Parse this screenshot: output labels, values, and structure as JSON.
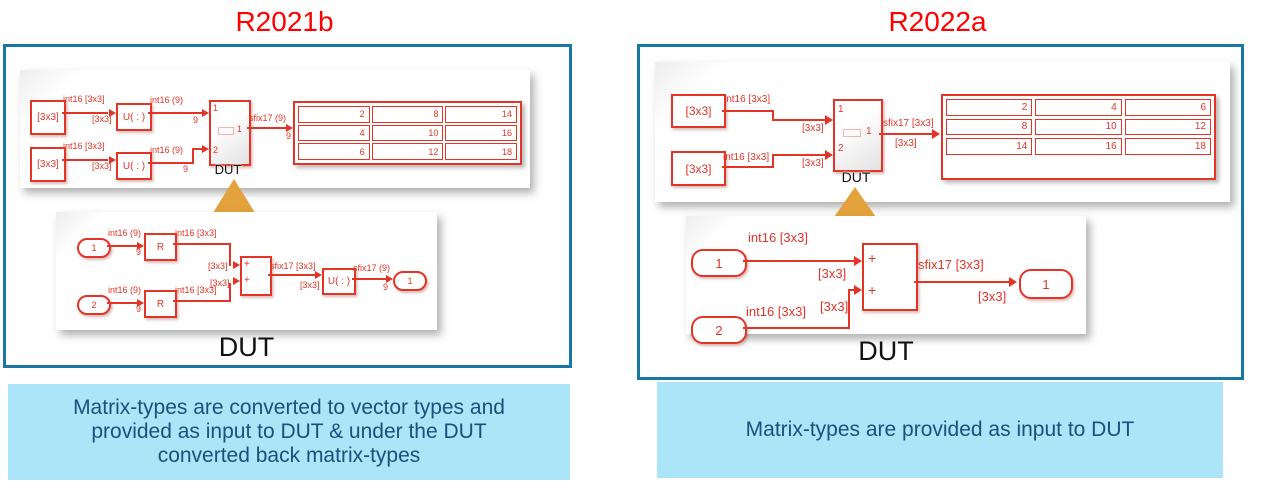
{
  "colors": {
    "diagram_red": "#e23427",
    "title_red": "#ff0000",
    "panel_border_teal": "#1878a2",
    "caption_background": "#ace4f8",
    "caption_text": "#1c4f7c",
    "callout_orange": "#e3a23b"
  },
  "left": {
    "title": "R2021b",
    "caption": "Matrix-types are converted to vector types and provided as input to DUT & under the DUT converted back matrix-types",
    "top": {
      "src1": "[3x3]",
      "src2": "[3x3]",
      "u1": "U( : )",
      "u2": "U( : )",
      "sig1a": "int16 [3x3]",
      "sig1b": "[3x3]",
      "sig2a": "int16 [3x3]",
      "sig2b": "[3x3]",
      "sig3a": "int16 (9)",
      "sig3b": "9",
      "sig4a": "int16 (9)",
      "sig4b": "9",
      "p1": "1",
      "p2": "2",
      "po": "1",
      "sigout_a": "sfix17 (9)",
      "sigout_b": "9",
      "dut": "DUT",
      "disp": [
        [
          "2",
          "8",
          "14"
        ],
        [
          "4",
          "10",
          "16"
        ],
        [
          "6",
          "12",
          "18"
        ]
      ]
    },
    "sub": {
      "in1": "1",
      "in2": "2",
      "r1": "R",
      "r2": "R",
      "sig1a": "int16 (9)",
      "sig1b": "9",
      "sig2a": "int16 (9)",
      "sig2b": "9",
      "sig3": "int16 [3x3]",
      "sig4": "int16 [3x3]",
      "m1": "[3x3]",
      "m2": "[3x3]",
      "plus1": "+",
      "plus2": "+",
      "sum_a": "sfix17 [3x3]",
      "sum_b": "[3x3]",
      "u": "U( : )",
      "uo_a": "sfix17 (9)",
      "uo_b": "9",
      "out": "1",
      "label": "DUT"
    }
  },
  "right": {
    "title": "R2022a",
    "caption": "Matrix-types are provided as input to DUT",
    "top": {
      "src1": "[3x3]",
      "src2": "[3x3]",
      "sig1a": "int16 [3x3]",
      "sig1b": "[3x3]",
      "sig2a": "int16 [3x3]",
      "sig2b": "[3x3]",
      "p1": "1",
      "p2": "2",
      "po": "1",
      "sigout_a": "sfix17 [3x3]",
      "sigout_b": "[3x3]",
      "dut": "DUT",
      "disp": [
        [
          "2",
          "4",
          "6"
        ],
        [
          "8",
          "10",
          "12"
        ],
        [
          "14",
          "16",
          "18"
        ]
      ]
    },
    "sub": {
      "in1": "1",
      "in2": "2",
      "sig1": "int16 [3x3]",
      "sig2": "int16 [3x3]",
      "m1": "[3x3]",
      "m2": "[3x3]",
      "plus1": "+",
      "plus2": "+",
      "sum_a": "sfix17 [3x3]",
      "sum_b": "[3x3]",
      "out": "1",
      "label": "DUT"
    }
  }
}
